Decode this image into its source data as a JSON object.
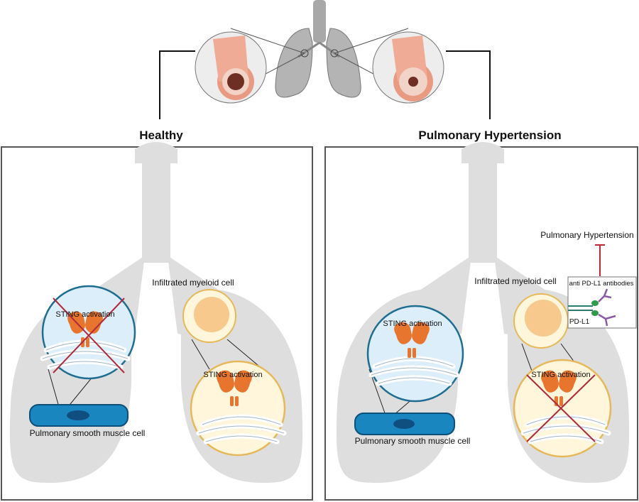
{
  "headings": {
    "healthy": "Healthy",
    "ph": "Pulmonary Hypertension"
  },
  "healthy_panel": {
    "sting_pasmc": "STING activation",
    "sting_myeloid": "STING activation",
    "myeloid_label": "Infiltrated myeloid cell",
    "pasmc_label": "Pulmonary smooth muscle cell"
  },
  "ph_panel": {
    "sting_pasmc": "STING activation",
    "sting_myeloid": "STING activation",
    "myeloid_label": "Infiltrated myeloid cell",
    "pasmc_label": "Pulmonary smooth muscle cell",
    "pdl1_label": "PD-L1",
    "antibody_label": "anti PD-L1 antibodies",
    "outcome_label": "Pulmonary Hypertension"
  },
  "colors": {
    "lung_silhouette": "#dedede",
    "panel_border": "#555555",
    "sting_orange": "#e8752d",
    "pasmc_blue": "#1a86c0",
    "circle_fill_blue": "#dceefa",
    "circle_fill_yellow": "#fff6dc",
    "inhibit_red": "#c0283a",
    "antibody_purple": "#8b5aa8",
    "pdl1_green": "#2e9a4a"
  }
}
